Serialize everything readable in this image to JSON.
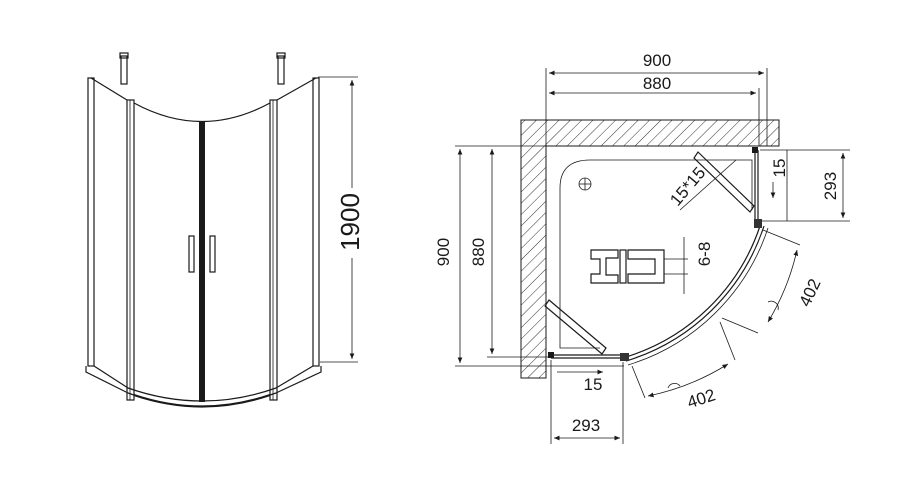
{
  "elevation": {
    "height_label": "1900"
  },
  "plan": {
    "overall_width_label": "900",
    "inner_width_label": "880",
    "overall_depth_label": "900",
    "inner_depth_label": "880",
    "fixed_panel_right_label": "293",
    "fixed_panel_bottom_label": "293",
    "offset_right_label": "15",
    "offset_bottom_label": "15",
    "bracket_label": "15*15",
    "glass_thickness_label": "6-8",
    "door_arc_upper_label": "402",
    "door_arc_lower_label": "402"
  },
  "colors": {
    "line": "#1a1a1a",
    "background": "#ffffff"
  }
}
